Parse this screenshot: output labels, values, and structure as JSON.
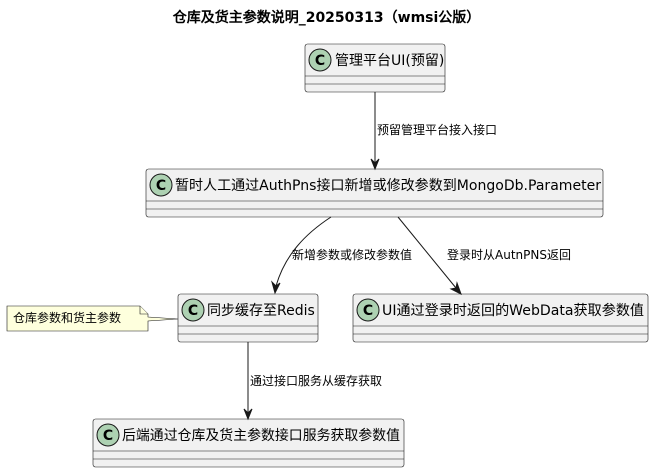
{
  "diagram": {
    "title": "仓库及货主参数说明_20250313（wmsi公版）",
    "class_icon_letter": "C",
    "classes": {
      "admin_ui": "管理平台UI(预留)",
      "manual_params": "暂时人工通过AuthPns接口新增或修改参数到MongoDb.Parameter",
      "sync_redis": "同步缓存至Redis",
      "ui_webdata": "UI通过登录时返回的WebData获取参数值",
      "backend_service": "后端通过仓库及货主参数接口服务获取参数值"
    },
    "edges": {
      "admin_to_manual": "预留管理平台接入接口",
      "manual_to_redis": "新增参数或修改参数值",
      "manual_to_ui": "登录时从AutnPNS返回",
      "redis_to_backend": "通过接口服务从缓存获取"
    },
    "note": "仓库参数和货主参数",
    "colors": {
      "class_fill": "#F1F1F1",
      "class_stroke": "#181818",
      "class_icon_fill": "#ADD1B2",
      "note_fill": "#FEFFDD"
    }
  }
}
